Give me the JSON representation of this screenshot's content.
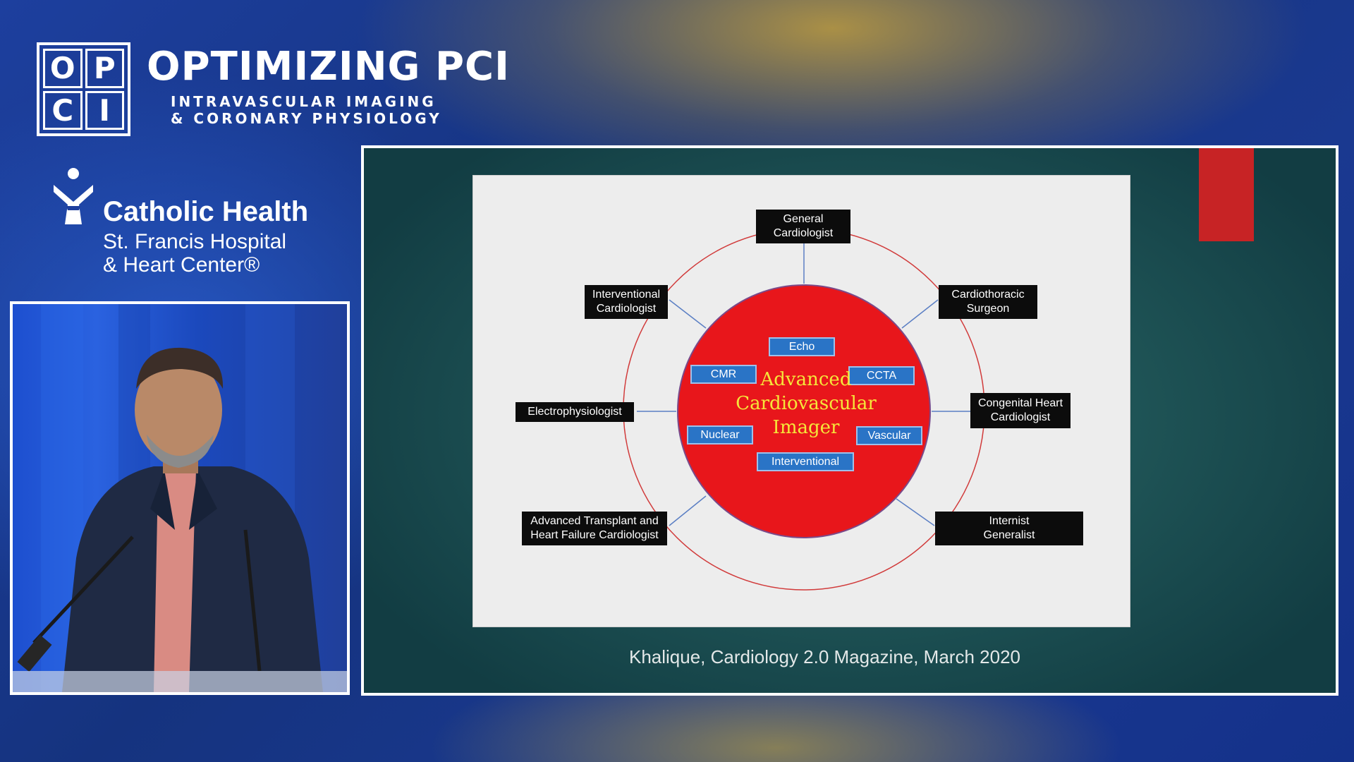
{
  "branding": {
    "logo_letters": [
      "O",
      "P",
      "C",
      "I"
    ],
    "title": "OPTIMIZING PCI",
    "subtitle_line1": "INTRAVASCULAR IMAGING",
    "subtitle_line2": "& CORONARY PHYSIOLOGY",
    "org_name": "Catholic Health",
    "hospital_line1": "St. Francis Hospital",
    "hospital_line2": "& Heart Center®"
  },
  "diagram": {
    "center": "Advanced\nCardiovascular\nImager",
    "modalities": {
      "echo": "Echo",
      "cmr": "CMR",
      "ccta": "CCTA",
      "nuclear": "Nuclear",
      "vascular": "Vascular",
      "interventional": "Interventional"
    },
    "roles": {
      "general": "General\nCardiologist",
      "interventional": "Interventional\nCardiologist",
      "cardiothoracic": "Cardiothoracic\nSurgeon",
      "electrophysiologist": "Electrophysiologist",
      "congenital": "Congenital Heart\nCardiologist",
      "transplant": "Advanced Transplant and\nHeart Failure Cardiologist",
      "internist": "Internist\nGeneralist"
    },
    "colors": {
      "center_fill": "#e8161b",
      "center_text": "#f5e63a",
      "modality_fill": "#2a74c6",
      "role_fill": "#0c0c0c",
      "ring_stroke": "#d13a3a",
      "connector_stroke": "#5b7fc4"
    }
  },
  "citation": "Khalique, Cardiology 2.0 Magazine, March 2020"
}
